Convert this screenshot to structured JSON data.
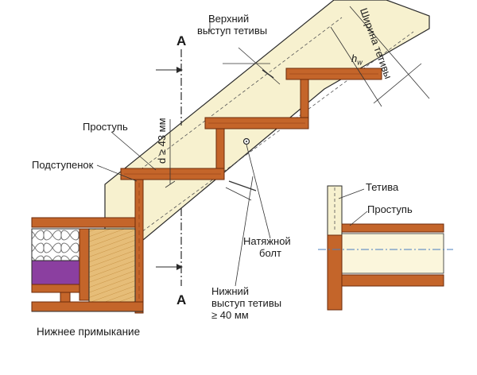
{
  "labels": {
    "upper_overhang": [
      "Верхний",
      "выступ тетивы"
    ],
    "stringer_width": "Ширина тетивы",
    "hw_symbol": "h",
    "hw_subscript": "w",
    "section_mark_top": "A",
    "section_mark_bottom": "A",
    "tread": "Проступь",
    "riser": "Подступенок",
    "thickness_rule": "d ≥ 43 мм",
    "tension_bolt": [
      "Натяжной",
      "болт"
    ],
    "lower_overhang": [
      "Нижний",
      "выступ тетивы",
      "≥ 40 мм"
    ],
    "bottom_junction": "Нижнее примыкание",
    "section_stringer": "Тетива",
    "section_tread": "Проступь"
  },
  "colors": {
    "stringer_fill": "#f7f1cf",
    "wood_fill": "#c4652a",
    "wood_grain": "#8a3d12",
    "post_fill": "#e8c27a",
    "insulation_fill": "#ffffff",
    "purple_layer": "#8b3fa0",
    "line": "#2a2a2a",
    "dim_line": "#333333",
    "axis_blue": "#4a7fbf"
  }
}
